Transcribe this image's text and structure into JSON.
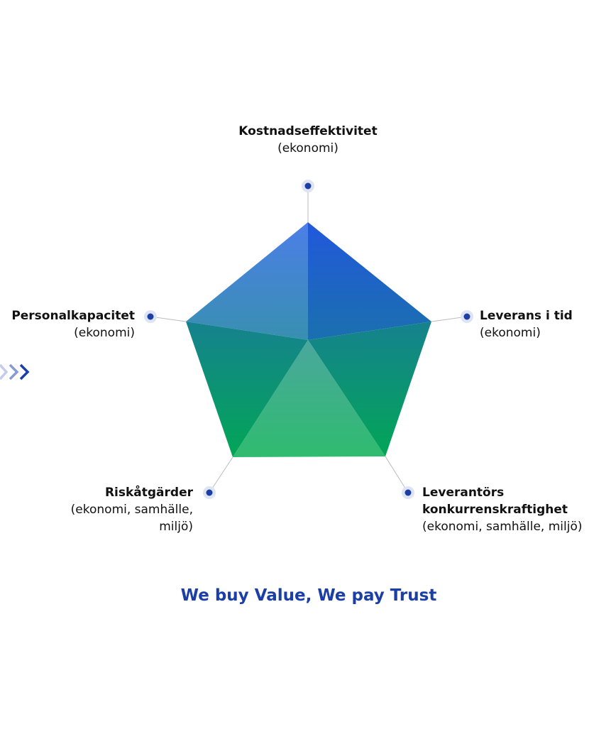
{
  "diagram": {
    "axes": [
      {
        "title": "Kostnadseffektivitet",
        "subtitle": "(ekonomi)"
      },
      {
        "title": "Leverans i tid",
        "subtitle": "(ekonomi)"
      },
      {
        "title": "Leverantörs konkurrenskraftighet",
        "subtitle": "(ekonomi, samhälle, miljö)"
      },
      {
        "title": "Riskåtgärder",
        "subtitle": "(ekonomi, samhälle, miljö)"
      },
      {
        "title": "Personalkapacitet",
        "subtitle": "(ekonomi)"
      }
    ],
    "colors": {
      "marker": "#1b3fa6",
      "top_blue": "#2356d8",
      "teal": "#14838f",
      "green": "#06a35a",
      "light_green": "#3cb97e"
    }
  },
  "tagline": "We buy Value, We pay Trust"
}
